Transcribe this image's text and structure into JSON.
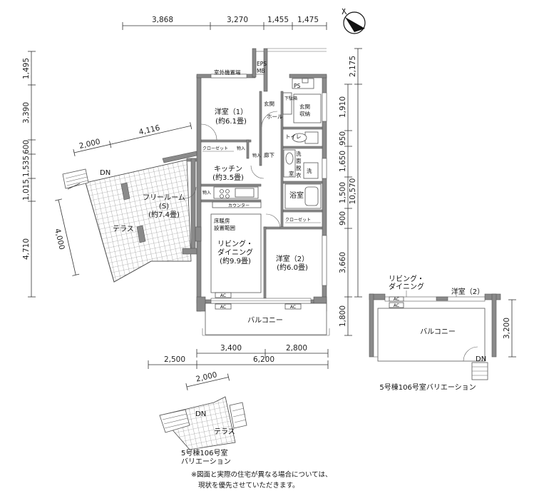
{
  "dims": {
    "top": [
      "3,868",
      "3,270",
      "1,455",
      "1,475"
    ],
    "left": [
      "1,495",
      "3,390",
      "600",
      "1,535",
      "1,015",
      "4,710"
    ],
    "right_inner": [
      "1,910",
      "950",
      "1,650",
      "1,500",
      "900",
      "3,660",
      "1,800"
    ],
    "right_outer": [
      "2,175",
      "10,570"
    ],
    "bottom_row1": [
      "3,400",
      "2,800"
    ],
    "bottom_row2": [
      "2,500",
      "6,200"
    ],
    "terrace_top": [
      "2,000",
      "4,116"
    ],
    "terrace_side": "4,000",
    "variant_right": "3,200",
    "variant_terrace": "2,000"
  },
  "rooms": {
    "outdoor_unit": "室外機置場",
    "eps": "EPS",
    "mb": "MB",
    "ps": "PS",
    "western1": "洋室（1）",
    "western1_area": "(約6.1畳)",
    "entrance": "玄関",
    "shoe_storage": "下駄箱",
    "hall": "ホール",
    "entrance_storage": "玄関\n収納",
    "entrance_storage_1": "玄関",
    "entrance_storage_2": "収納",
    "toilet": "トイレ",
    "closet1": "クローゼット",
    "storage1": "物入",
    "corridor": "廊下",
    "storage2": "物入",
    "washroom_1": "洗",
    "washroom_2": "面",
    "washroom_3": "脱",
    "washroom_4": "衣",
    "washroom_5": "室",
    "washer": "洗",
    "kitchen": "キッチン",
    "kitchen_area": "(約3.5畳)",
    "bath": "浴室",
    "free_room": "フリールーム",
    "free_room_s": "(S)",
    "free_room_area": "(約7.4畳)",
    "storage3": "物入",
    "counter": "カウンター",
    "closet2": "クローゼット",
    "floor_heating_1": "床暖房",
    "floor_heating_2": "設置範囲",
    "living_1": "リビング・",
    "living_2": "ダイニング",
    "living_area": "(約9.9畳)",
    "western2": "洋室（2）",
    "western2_area": "(約6.0畳)",
    "terrace": "テラス",
    "balcony": "バルコニー",
    "dn": "DN",
    "ac": "AC"
  },
  "variant1": {
    "caption": "5号棟106号室バリエーション",
    "living_1": "リビング・",
    "living_2": "ダイニング",
    "western2": "洋室（2）",
    "balcony": "バルコニー",
    "dn": "DN",
    "ac": "AC"
  },
  "variant2": {
    "caption_1": "5号棟106号室",
    "caption_2": "バリエーション",
    "dn": "DN",
    "terrace": "テラス"
  },
  "notes": {
    "line1": "※図面と実際の住宅が異なる場合については、",
    "line2": "現状を優先させていただきます。"
  },
  "icons": [
    "north-arrow-icon"
  ]
}
